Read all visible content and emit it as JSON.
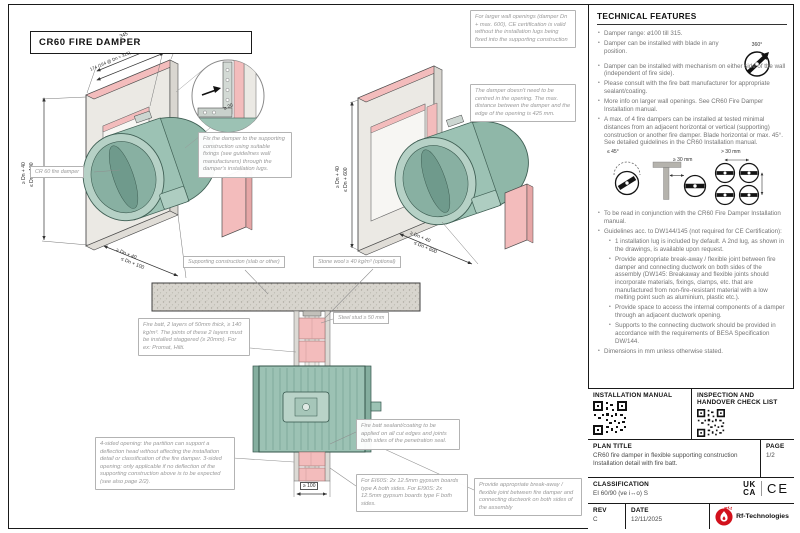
{
  "sheet": {
    "badge": "CR60 FIRE DAMPER"
  },
  "drawing_left": {
    "dim_width": "345",
    "dim_depth": "174 (164 @ Dn = 315)",
    "dim_gap": "≥ 20",
    "dim_height_min": "≥ Dn + 40",
    "dim_height_max": "≤ Dn + 100",
    "dim_width_min": "≥ Dn + 40",
    "dim_width_max": "≤ Dn + 100",
    "damper_label": "CR 60 fire damper",
    "fix_callout": "Fix the damper to the supporting construction using suitable fixings (see guidelines wall manufacturers) through the damper's installation lugs."
  },
  "drawing_right": {
    "dim_height_min": "≥ Dn + 40",
    "dim_height_max": "≤ Dn + 600",
    "dim_width_min": "≥ Dn + 40",
    "dim_width_max": "≤ Dn + 600",
    "larger_openings_callout": "For larger wall openings (damper Dn + max. 600), CE certification is valid without the installation lugs being fixed into the supporting construction",
    "centred_callout": "The damper doesn't need to be centred in the opening. The max. distance between the damper and the edge of the opening is 425 mm."
  },
  "section_view": {
    "supporting_label": "Supporting construction (slab or other)",
    "stone_wool_label": "Stone wool ≥ 40 kg/m³ (optional)",
    "steel_stud_label": "Steel stud ≥ 50 mm",
    "fire_batt_callout": "Fire batt, 2 layers of 50mm thick, ≥ 140 kg/m³. The joints of these 2 layers must be installed staggered (≥ 20mm). For ex: Promat, Hilti.",
    "opening_callout": "4-sided opening: the partition can support a deflection head without affecting the installation detail or classification of the fire damper. 3-sided opening: only applicable if no deflection of the supporting construction above is to be expected (see also page 2/2).",
    "sealant_callout": "Fire batt sealant/coating to be applied on all cut edges and joints both sides of the penetration seal.",
    "gypsum_callout": "For EI60S: 2x 12.5mm gypsum boards type A both sides. For EI90S: 2x 12.5mm gypsum boards type F both sides.",
    "breakaway_callout": "Provide appropriate break-away / flexible joint between fire damper and connecting ductwork on both sides of the assembly",
    "dim_bottom": "≥ 100"
  },
  "technical_features": {
    "heading": "TECHNICAL FEATURES",
    "rotation_icon_label": "360°",
    "bullets_intro": [
      "Damper range: ø100 till 315.",
      "Damper can be installed with blade in any position."
    ],
    "bullets_main": [
      "Damper can be installed with mechanism on either side of the wall (independent of fire side).",
      "Please consult with the fire batt manufacturer for appropriate sealant/coating.",
      "More info on larger wall openings. See CR60 Fire Damper Installation manual.",
      "A max. of 4 fire dampers can be installed at tested minimal distances from an adjacent horizontal or vertical (supporting) construction or another fire damper. Blade horizontal or max. 45°. See detailed guidelines in the CR60 Installation manual."
    ],
    "spacing_icons": {
      "angle_label": "≤ 45°",
      "distance_label_1": "≥ 30 mm",
      "distance_label_2": "> 30 mm"
    },
    "bullets_after": [
      "To be read in conjunction with the CR60 Fire Damper Installation manual.",
      "Guidelines acc. to DW144/145 (not required for CE Certification):"
    ],
    "guideline_subs": [
      "1 installation lug is included by default. A 2nd lug, as shown in the drawings, is available upon request.",
      "Provide appropriate break-away / flexible joint between fire damper and connecting ductwork on both sides of the assembly (DW145: Breakaway and flexible joints should incorporate materials, fixings, clamps, etc. that are manufactured from non-fire-resistant material with a low melting point such as aluminium, plastic etc.).",
      "Provide space to access the internal components of a damper through an adjacent ductwork opening.",
      "Supports to the connecting ductwork should be provided in accordance with the requirements of BESA Specification DW/144."
    ],
    "bullets_final": [
      "Dimensions in mm unless otherwise stated."
    ]
  },
  "title_block": {
    "installation_manual_label": "INSTALLATION MANUAL",
    "inspection_label": "INSPECTION AND HANDOVER CHECK LIST",
    "plan_title_label": "PLAN TITLE",
    "plan_title_line1": "CR60 fire damper in flexible supporting construction",
    "plan_title_line2": "Installation detail with fire batt.",
    "page_label": "PAGE",
    "page_value": "1/2",
    "classification_label": "CLASSIFICATION",
    "classification_value": "EI 60/90 (ve i↔o) S",
    "rev_label": "REV",
    "rev_value": "C",
    "date_label": "DATE",
    "date_value": "12/11/2025",
    "ukca_line1": "UK",
    "ukca_line2": "CA",
    "ce_mark": "CE",
    "brand_mark": "Rf-t",
    "brand_name": "Rf-Technologies"
  },
  "colors": {
    "damper_teal": "#9cc2b4",
    "fire_batt_pink": "#f3bcbc",
    "wall_grey": "#ebe9e4",
    "brand_red": "#d2111c",
    "callout_text": "#9a9a9a"
  }
}
